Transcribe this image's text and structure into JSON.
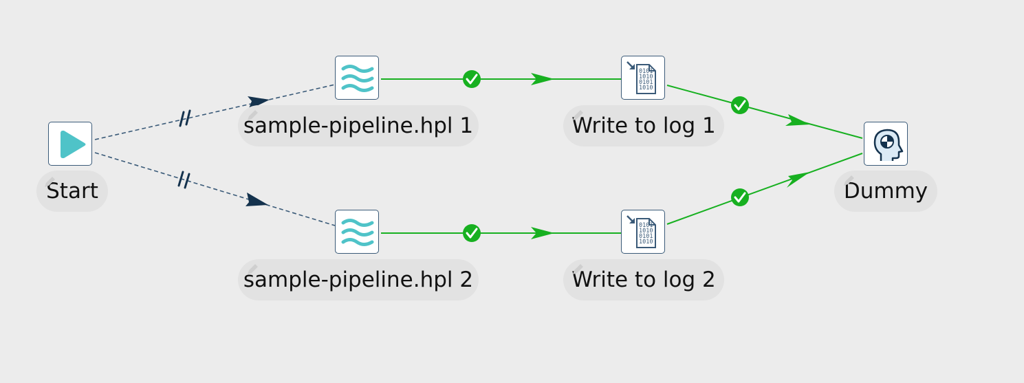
{
  "colors": {
    "background": "#ececec",
    "success_hop": "#17b020",
    "unconditional_hop": "#3a5a78",
    "node_border": "#3a5a78",
    "pipeline_icon": "#4fc3c8",
    "start_icon": "#4fc3c8",
    "label_bg": "#e2e2e2"
  },
  "nodes": [
    {
      "id": "start",
      "label": "Start",
      "icon": "play-icon"
    },
    {
      "id": "pipeline1",
      "label": "sample-pipeline.hpl 1",
      "icon": "pipeline-waves-icon"
    },
    {
      "id": "pipeline2",
      "label": "sample-pipeline.hpl 2",
      "icon": "pipeline-waves-icon"
    },
    {
      "id": "log1",
      "label": "Write to log 1",
      "icon": "write-log-icon"
    },
    {
      "id": "log2",
      "label": "Write to log 2",
      "icon": "write-log-icon"
    },
    {
      "id": "dummy",
      "label": "Dummy",
      "icon": "dummy-head-icon"
    }
  ],
  "hops": [
    {
      "from": "start",
      "to": "pipeline1",
      "type": "unconditional",
      "icon": "parallel-icon"
    },
    {
      "from": "start",
      "to": "pipeline2",
      "type": "unconditional",
      "icon": "parallel-icon"
    },
    {
      "from": "pipeline1",
      "to": "log1",
      "type": "success",
      "icon": "check-icon"
    },
    {
      "from": "pipeline2",
      "to": "log2",
      "type": "success",
      "icon": "check-icon"
    },
    {
      "from": "log1",
      "to": "dummy",
      "type": "success",
      "icon": "check-icon"
    },
    {
      "from": "log2",
      "to": "dummy",
      "type": "success",
      "icon": "check-icon"
    }
  ]
}
